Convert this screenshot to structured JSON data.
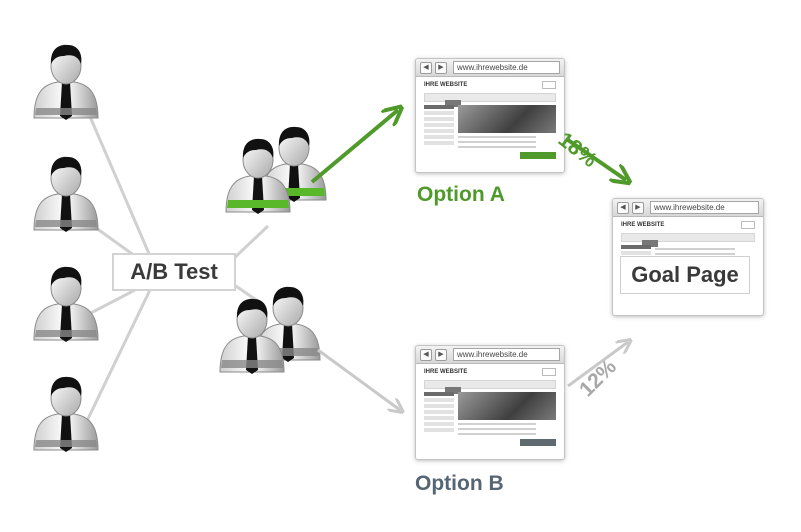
{
  "diagram": {
    "ab_test_label": "A/B Test",
    "option_a_label": "Option A",
    "option_b_label": "Option B",
    "goal_label": "Goal Page",
    "rate_a": "18%",
    "rate_b": "12%",
    "browser": {
      "url": "www.ihrewebsite.de",
      "site_title": "IHRE WEBSITE",
      "back_glyph": "◀",
      "forward_glyph": "▶"
    },
    "colors": {
      "option_a": "#4f9a2a",
      "option_b_arrow": "#c9c9c9",
      "connector_lines": "#d0d0d0",
      "figure_band_a": "#58b82a",
      "figure_band_default": "#888888"
    }
  }
}
